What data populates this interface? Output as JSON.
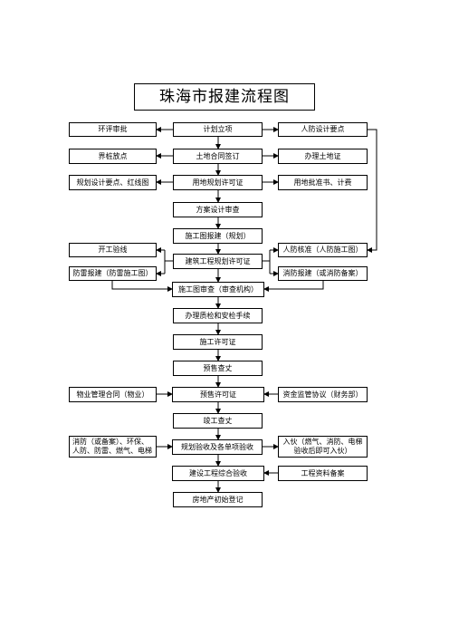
{
  "title": "珠海市报建流程图",
  "nodes": {
    "huanping": "环评审批",
    "jihua": "计划立项",
    "renfang_sheji": "人防设计要点",
    "jiezhuang": "界桩放点",
    "tudi_hetong": "土地合同签订",
    "tudizheng": "办理土地证",
    "guihua_yaodian": "规划设计要点、红线图",
    "yongdi_xuke": "用地规划许可证",
    "yongdi_pizhun": "用地批准书、计费",
    "fangan": "方案设计审查",
    "shigongtu_baojian": "施工图报建（规划）",
    "kaigong": "开工验线",
    "renfang_hezhun": "人防核准（人防施工图）",
    "jianzhu_xuke": "建筑工程规划许可证",
    "fanglei": "防雷报建（防雷施工图）",
    "xiaofang_baojian": "消防报建（或消防备案）",
    "shigongtu_shencha": "施工图审查（审查机构）",
    "zhijian": "办理质检和安检手续",
    "shigong_xuke": "施工许可证",
    "yushou_chazhang": "预售查丈",
    "wuye": "物业管理合同（物业）",
    "yushou_xuke": "预售许可证",
    "zijin_jianguan": "资金监管协议（财务部）",
    "jungong": "竣工查丈",
    "xiaofang_yanshou": "消防（或备案）、环保、\n人防、防雷、燃气、电梯",
    "guihua_yanshou": "规划验收及各单项验收",
    "ruhuo": "入伙（燃气、消防、电梯\n验收后即可入伙）",
    "zonghe_yanshou": "建设工程综合验收",
    "ziliao_bei_an": "工程资料备案",
    "chushi_dengji": "房地产初始登记"
  }
}
